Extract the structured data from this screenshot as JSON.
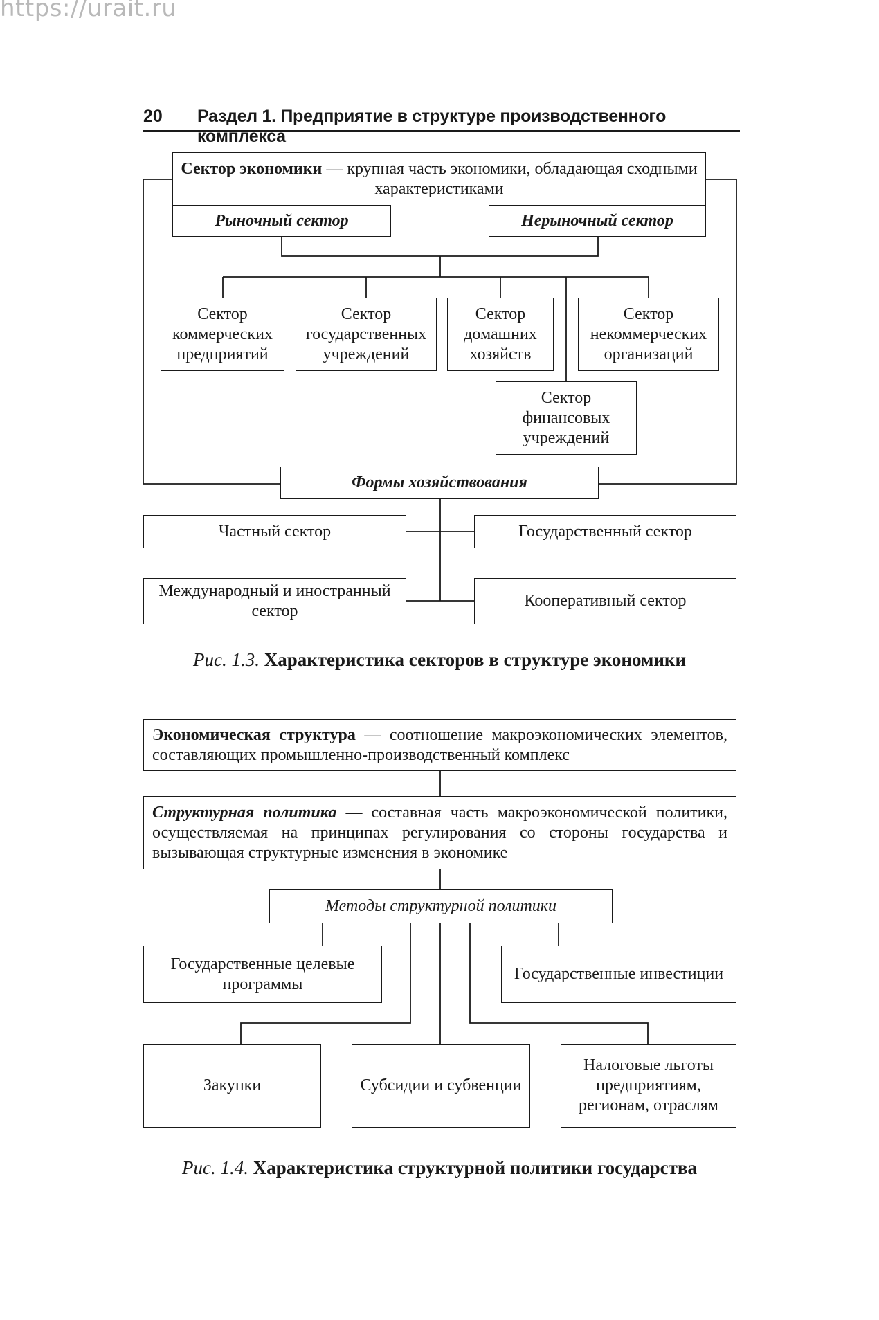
{
  "watermark": "https://urait.ru",
  "header": {
    "page_number": "20",
    "section_title": "Раздел 1. Предприятие в структуре производственного комплекса"
  },
  "figure1": {
    "top": {
      "term": "Сектор экономики",
      "definition": " — крупная часть экономики, обладающая сходными характеристиками"
    },
    "market": "Рыночный сектор",
    "nonmarket": "Нерыночный сектор",
    "sectors": {
      "commercial": "Сектор коммерческих предприятий",
      "state_institutions": "Сектор государственных учреждений",
      "households": "Сектор домашних хозяйств",
      "nonprofit": "Сектор некоммерческих организаций",
      "financial": "Сектор финансовых учреждений"
    },
    "forms": "Формы хозяйствования",
    "private": "Частный сектор",
    "state": "Государственный сектор",
    "international": "Международный и иностранный сектор",
    "cooperative": "Кооперативный сектор",
    "caption_label": "Рис. 1.3.",
    "caption_text": "Характеристика секторов в структуре экономики"
  },
  "figure2": {
    "econ_structure": {
      "term": "Экономическая структура",
      "definition": " — соотношение макроэкономических элементов, составляющих промышленно-производственный комплекс"
    },
    "struct_policy": {
      "term": "Структурная политика",
      "definition": " — составная часть макроэкономической политики, осуществляемая на принципах регулирования со стороны государства и вызывающая структурные изменения в экономике"
    },
    "methods": "Методы структурной политики",
    "target_programs": "Государственные целевые программы",
    "state_investments": "Государственные инвестиции",
    "purchases": "Закупки",
    "subsidies": "Субсидии и субвенции",
    "tax_benefits": "Налоговые льготы предприятиям, регионам, отраслям",
    "caption_label": "Рис. 1.4.",
    "caption_text": "Характеристика структурной политики государства"
  }
}
